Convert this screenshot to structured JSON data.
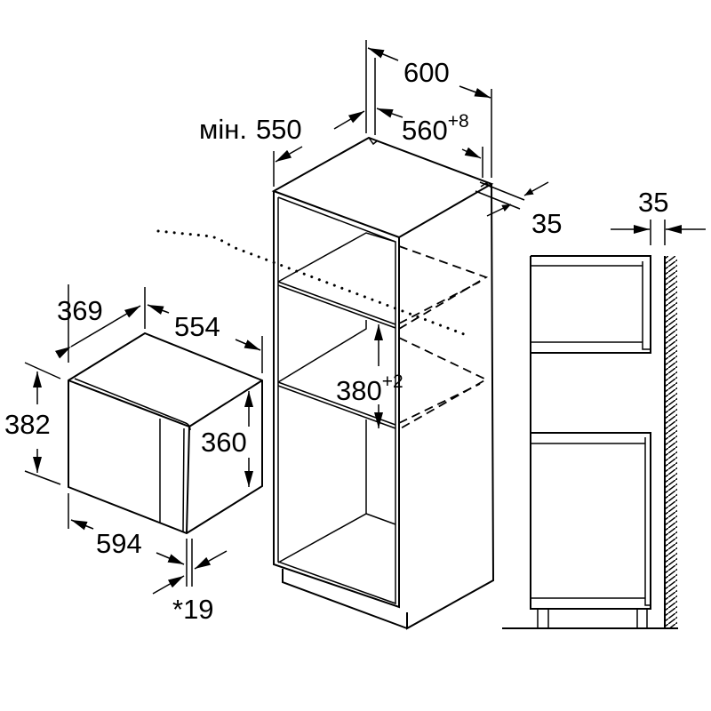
{
  "microwave": {
    "depth": "369",
    "width_top": "554",
    "height_total": "382",
    "height_side": "360",
    "width_front": "594",
    "door_offset": "*19"
  },
  "cabinet": {
    "min_prefix": "мін.",
    "min_depth": "550",
    "outer_width": "600",
    "niche_width": "560",
    "niche_width_tol": "+8",
    "rear_gap": "35",
    "niche_height": "380",
    "niche_height_tol": "+2"
  },
  "side_view": {
    "wall_gap": "35"
  }
}
